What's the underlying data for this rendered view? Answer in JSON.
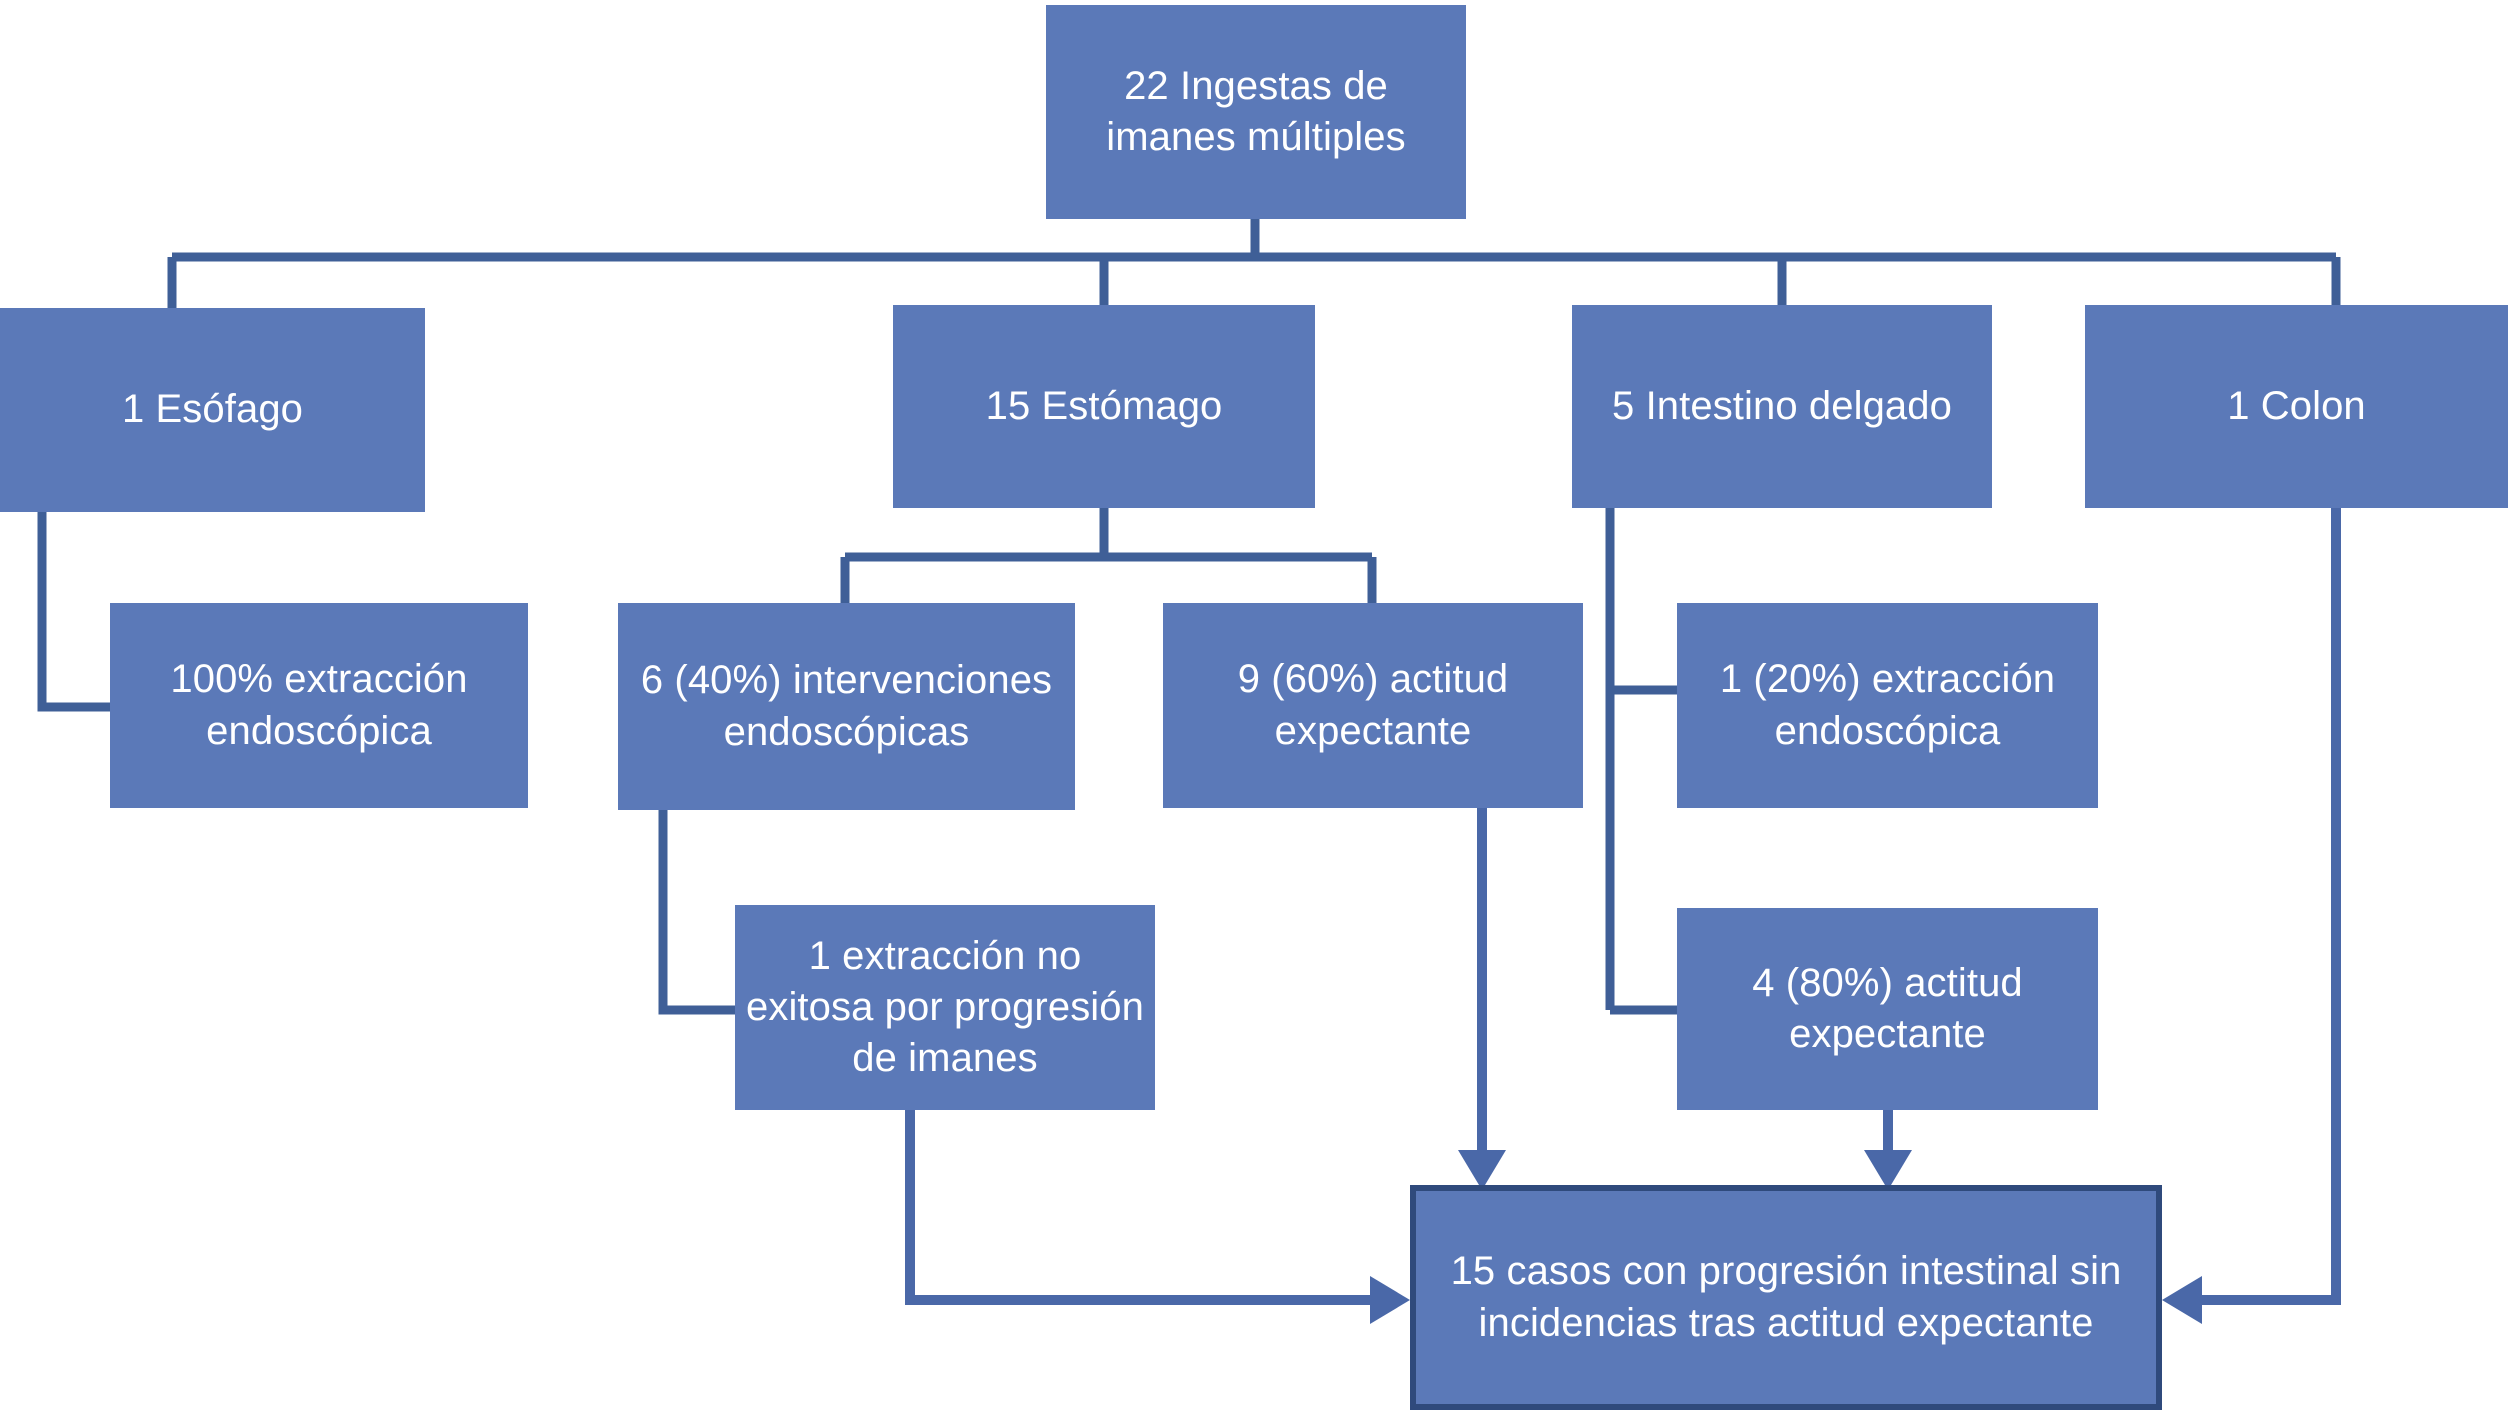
{
  "diagram": {
    "title_text": "22 Ingestas de imanes múltiples",
    "colors": {
      "node_fill": "#5b79b8",
      "node_text": "#ffffff",
      "connector": "#3f5f97",
      "arrow": "#4a68a8",
      "final_border": "#2f4a7c",
      "background": "#ffffff"
    },
    "nodes": {
      "root": "22 Ingestas de imanes múltiples",
      "esofago": "1 Esófago",
      "estomago": "15 Estómago",
      "intestino_delgado": "5 Intestino delgado",
      "colon": "1 Colon",
      "esofago_extraccion": "100% extracción endoscópica",
      "estomago_intervenciones": "6 (40%) intervenciones endoscópicas",
      "estomago_expectante": "9 (60%) actitud expectante",
      "intestino_extraccion": "1 (20%) extracción endoscópica",
      "intestino_expectante": "4 (80%) actitud expectante",
      "extraccion_no_exitosa": "1 extracción no exitosa por progresión de imanes",
      "final": "15 casos con progresión intestinal sin incidencias tras actitud expectante"
    },
    "flow_data": {
      "type": "flowchart",
      "total_cases": 22,
      "branches": [
        {
          "site": "Esófago",
          "n": 1,
          "outcomes": [
            {
              "label": "100% extracción endoscópica",
              "n": 1,
              "percent": 100
            }
          ]
        },
        {
          "site": "Estómago",
          "n": 15,
          "outcomes": [
            {
              "label": "intervenciones endoscópicas",
              "n": 6,
              "percent": 40
            },
            {
              "label": "actitud expectante",
              "n": 9,
              "percent": 60
            }
          ]
        },
        {
          "site": "Intestino delgado",
          "n": 5,
          "outcomes": [
            {
              "label": "extracción endoscópica",
              "n": 1,
              "percent": 20
            },
            {
              "label": "actitud expectante",
              "n": 4,
              "percent": 80
            }
          ]
        },
        {
          "site": "Colon",
          "n": 1,
          "outcomes": []
        }
      ],
      "sub_outcomes": [
        {
          "label": "1 extracción no exitosa por progresión de imanes",
          "n": 1,
          "parent": "6 (40%) intervenciones endoscópicas"
        }
      ],
      "terminal": {
        "label": "15 casos con progresión intestinal sin incidencias tras actitud expectante",
        "n": 15
      }
    }
  }
}
